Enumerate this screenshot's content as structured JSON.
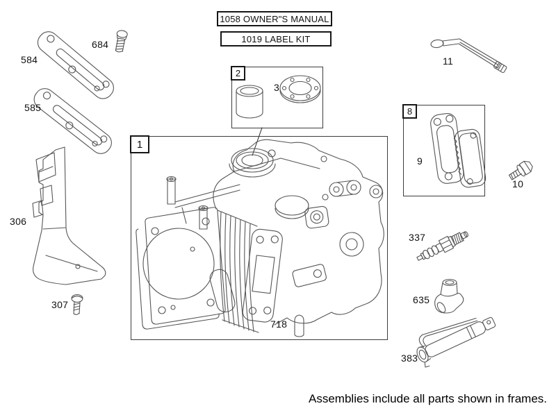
{
  "figure": {
    "note": "Assemblies include all parts shown in frames."
  },
  "callouts": {
    "owners_manual": "1058 OWNER\"S MANUAL",
    "label_kit": "1019 LABEL KIT"
  },
  "frames": {
    "f1": "1",
    "f2": "2",
    "f8": "8"
  },
  "parts": {
    "p584": "584",
    "p585": "585",
    "p684": "684",
    "p306": "306",
    "p307": "307",
    "p3": "3",
    "p718": "718",
    "p11": "11",
    "p9": "9",
    "p10": "10",
    "p337": "337",
    "p635": "635",
    "p383": "383"
  }
}
